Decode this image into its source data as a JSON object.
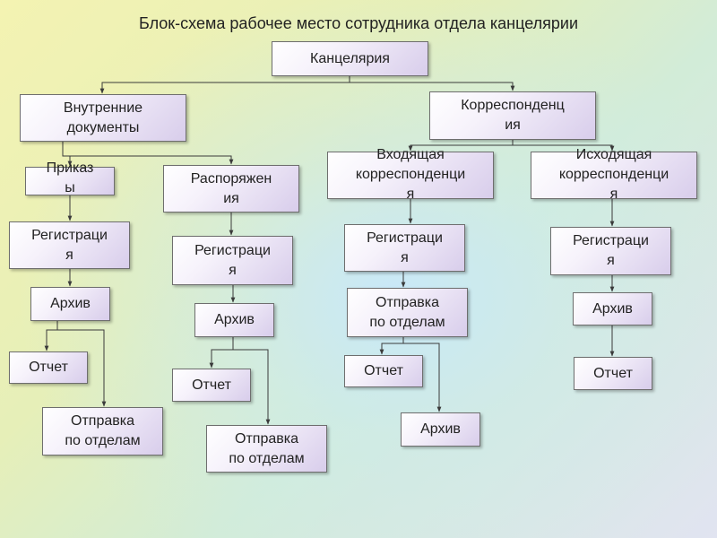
{
  "title": "Блок-схема рабочее место сотрудника отдела канцелярии",
  "nodes": {
    "kanc": "Канцелярия",
    "vnutr": "Внутренние\nдокументы",
    "korr": "Корреспонденц\nия",
    "prikaz": "Приказ\nы",
    "rasp": "Распоряжен\nия",
    "vhod": "Входящая\nкорреспонденци\nя",
    "ishod": "Исходящая\nкорреспонденци\nя",
    "reg1": "Регистраци\nя",
    "reg2": "Регистраци\nя",
    "reg3": "Регистраци\nя",
    "reg4": "Регистраци\nя",
    "arch1": "Архив",
    "arch2": "Архив",
    "otpr3": "Отправка\nпо отделам",
    "arch4": "Архив",
    "otch1": "Отчет",
    "otch2": "Отчет",
    "otch3": "Отчет",
    "otch4": "Отчет",
    "otpr1": "Отправка\nпо отделам",
    "otpr2": "Отправка\nпо отделам",
    "arch3": "Архив"
  },
  "colors": {
    "line": "#3a3a3a",
    "box_border": "#6e6e6e",
    "box_fill_end": "#d8cdeb"
  }
}
